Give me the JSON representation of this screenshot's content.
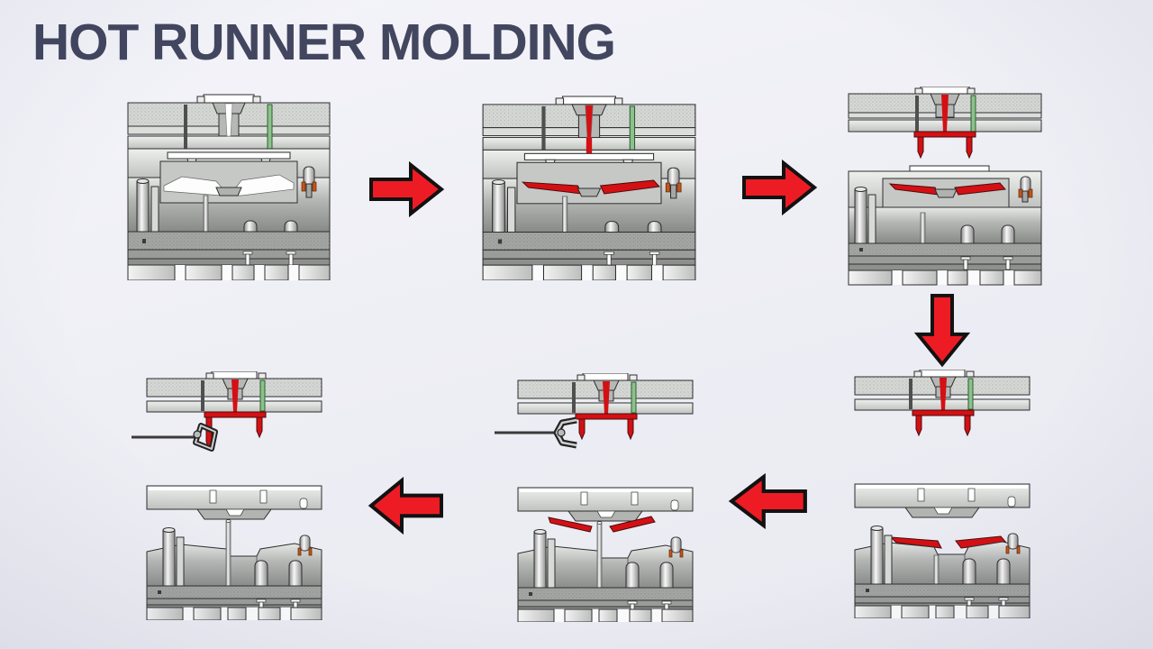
{
  "title": "HOT RUNNER MOLDING",
  "colors": {
    "background": "#ededf5",
    "title": "#43465f",
    "arrow_red": "#ed1c24",
    "arrow_outline": "#121212",
    "plastic_red": "#d41014",
    "metal_light": "#e9ebe9",
    "metal_mid": "#c2c4c2",
    "metal_dark": "#8a8c8a",
    "pin_green": "#8cc08c",
    "tip_orange": "#c2561a"
  },
  "diagram": {
    "type": "process-flow",
    "subject": "hot-runner-injection-molding-cycle",
    "stages": [
      {
        "id": "mold-closed",
        "variant": "closed",
        "plastic": false,
        "gripper": "none"
      },
      {
        "id": "injection-fill",
        "variant": "closed",
        "plastic": true,
        "gripper": "none"
      },
      {
        "id": "mold-open",
        "variant": "open-joined",
        "plastic": true,
        "gripper": "none"
      },
      {
        "id": "plates-separated",
        "variant": "open-split",
        "part": "on-core",
        "gripper": "none"
      },
      {
        "id": "part-ejection",
        "variant": "open-split",
        "part": "ejected",
        "gripper": "open"
      },
      {
        "id": "runner-removal",
        "variant": "open-split",
        "part": "none",
        "gripper": "closed"
      }
    ],
    "arrows": [
      {
        "from": 1,
        "to": 2,
        "direction": "right"
      },
      {
        "from": 2,
        "to": 3,
        "direction": "right"
      },
      {
        "from": 3,
        "to": 4,
        "direction": "down"
      },
      {
        "from": 4,
        "to": 5,
        "direction": "left"
      },
      {
        "from": 5,
        "to": 6,
        "direction": "left"
      }
    ]
  }
}
